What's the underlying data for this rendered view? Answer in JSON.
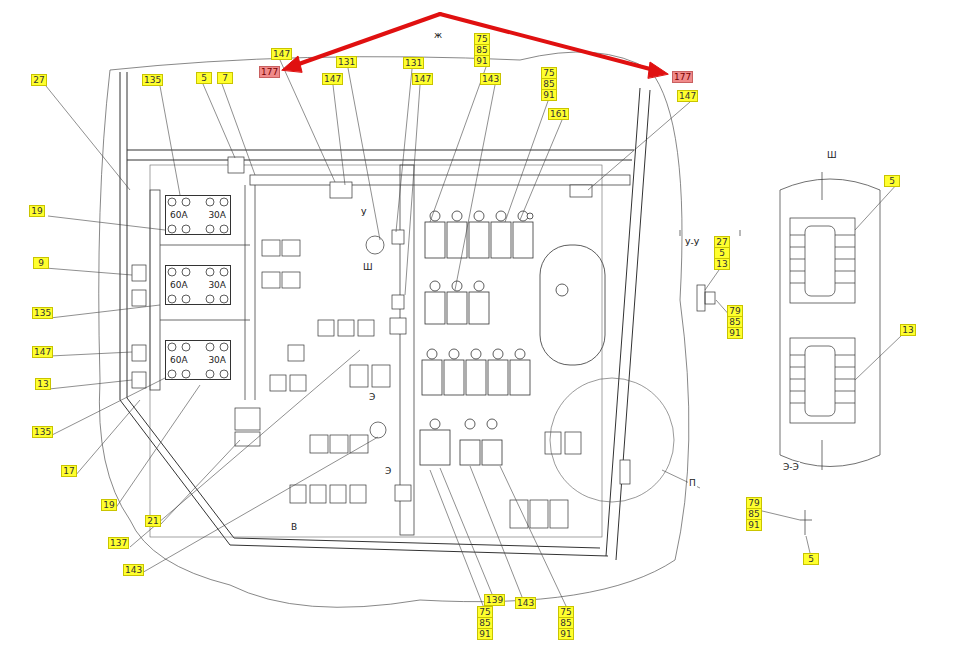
{
  "diagram": {
    "nodes": [
      {
        "text": [
          "60А",
          "30А"
        ]
      },
      {
        "text": [
          "60А",
          "30А"
        ]
      },
      {
        "text": [
          "60А",
          "30А"
        ]
      }
    ],
    "labels": [
      "147",
      "177",
      "147",
      "131",
      "131",
      "147",
      "75",
      "85",
      "91",
      "143",
      "75",
      "85",
      "91",
      "161",
      "177",
      "147",
      "27",
      "135",
      "5",
      "7",
      "19",
      "9",
      "135",
      "147",
      "13",
      "135",
      "17",
      "19",
      "21",
      "137",
      "143",
      "139",
      "143",
      "75",
      "85",
      "91",
      "75",
      "85",
      "91",
      "У-У",
      "27",
      "5",
      "13",
      "79",
      "85",
      "91",
      "Ш",
      "5",
      "13",
      "П",
      "Э-Э",
      "79",
      "85",
      "91",
      "5",
      "У",
      "Ш",
      "Э",
      "Э",
      "В",
      "ж"
    ]
  }
}
